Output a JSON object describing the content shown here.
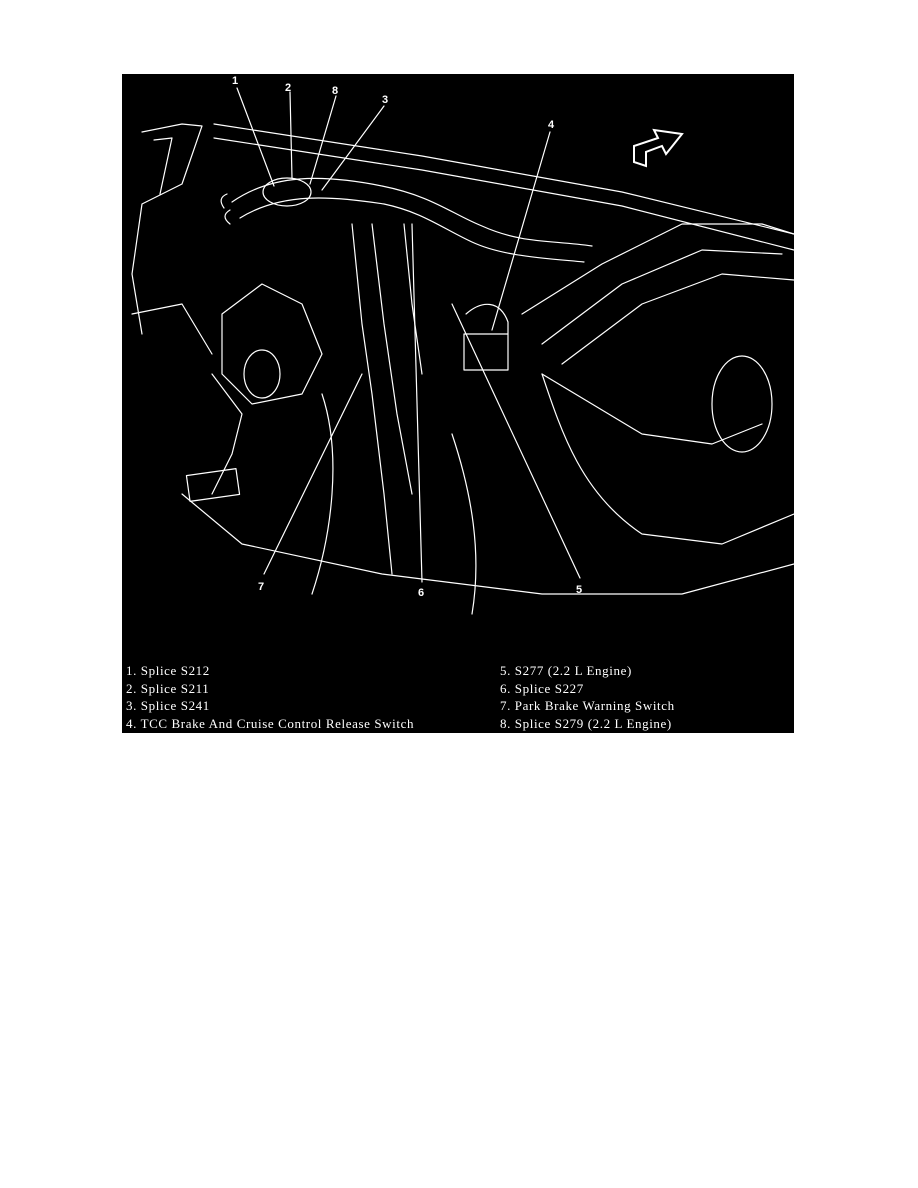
{
  "figure": {
    "callouts": [
      "1",
      "2",
      "8",
      "3",
      "4",
      "7",
      "6",
      "5"
    ],
    "legend_left": [
      "1. Splice S212",
      "2. Splice S211",
      "3. Splice S241",
      "4. TCC Brake And Cruise Control Release Switch"
    ],
    "legend_right": [
      "5. S277 (2.2 L Engine)",
      "6. Splice S227",
      "7. Park Brake Warning Switch",
      "8. Splice S279 (2.2 L Engine)"
    ],
    "colors": {
      "background": "#000000",
      "lines": "#ffffff",
      "page": "#ffffff"
    },
    "icons": [
      "direction-arrow-icon"
    ]
  }
}
